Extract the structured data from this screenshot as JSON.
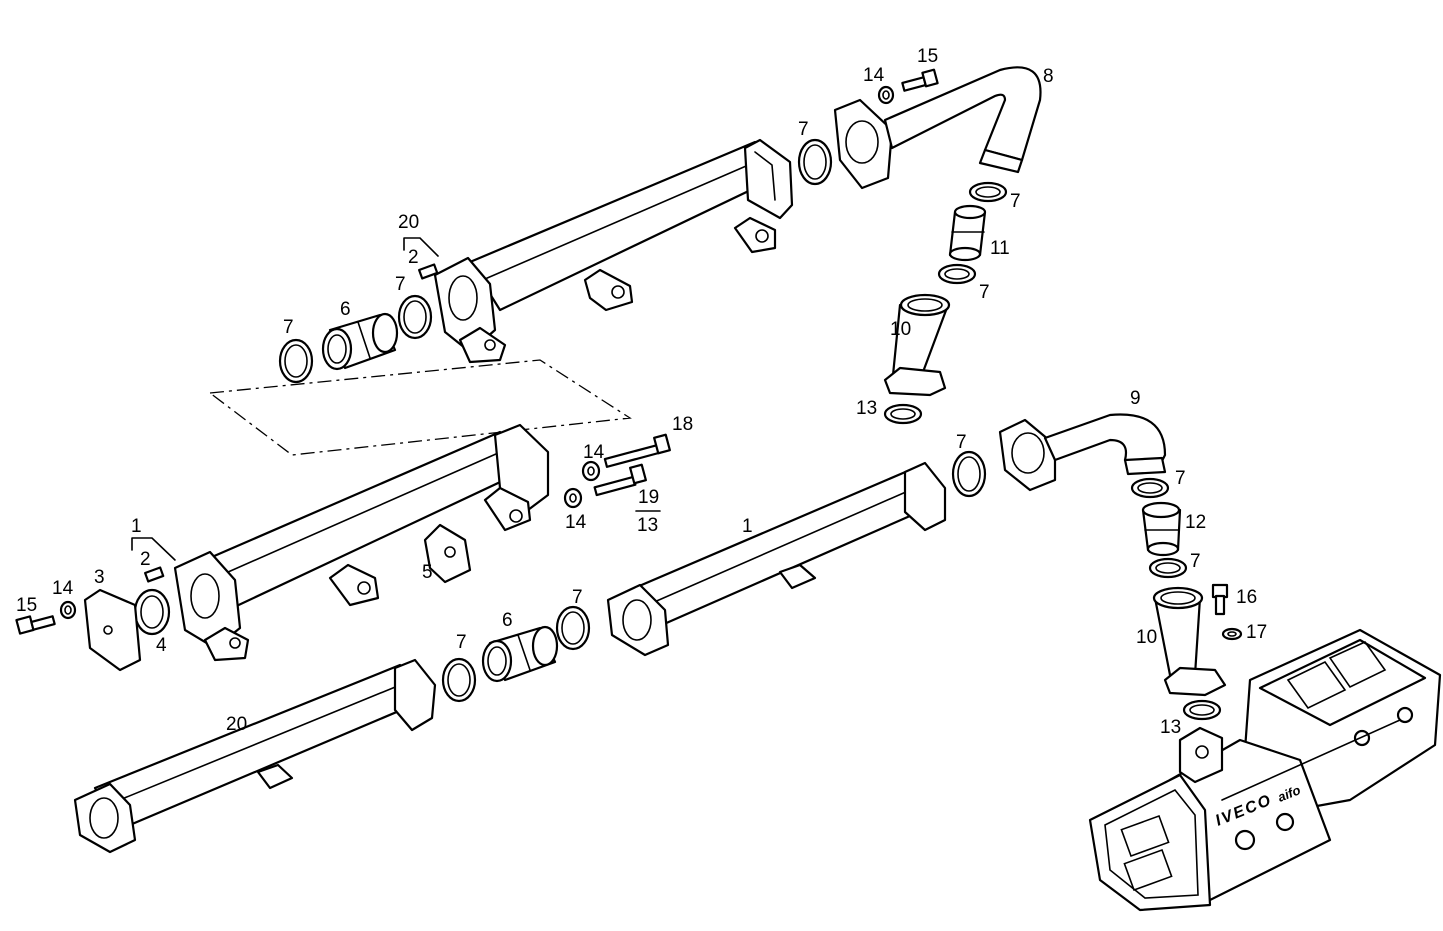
{
  "labels": {
    "p1a": "1",
    "p1b": "1",
    "p2a": "2",
    "p2b": "2",
    "p3": "3",
    "p4": "4",
    "p5": "5",
    "p6a": "6",
    "p6b": "6",
    "p7a": "7",
    "p7b": "7",
    "p7c": "7",
    "p7d": "7",
    "p7e": "7",
    "p7f": "7",
    "p7g": "7",
    "p7h": "7",
    "p7i": "7",
    "p7j": "7",
    "p8": "8",
    "p9": "9",
    "p10a": "10",
    "p10b": "10",
    "p11": "11",
    "p12": "12",
    "p13a": "13",
    "p13b": "13",
    "p13c": "13",
    "p14a": "14",
    "p14b": "14",
    "p14c": "14",
    "p14d": "14",
    "p15a": "15",
    "p15b": "15",
    "p16": "16",
    "p17": "17",
    "p18": "18",
    "p19": "19",
    "p20a": "20",
    "p20b": "20"
  },
  "brand": {
    "main": "IVECO",
    "sub": "aifo"
  }
}
